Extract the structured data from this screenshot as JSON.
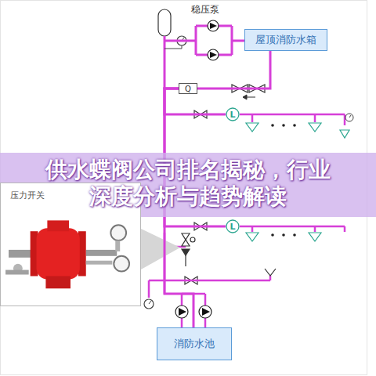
{
  "diagram": {
    "title": "供水蝶阀公司排名揭秘，行业 深度分析与趋势解读",
    "nodes": [
      {
        "text": [
          "屋顶消防水箱"
        ]
      },
      {
        "text": [
          "Q"
        ]
      },
      {
        "text": [
          "L"
        ]
      },
      {
        "text": [
          "L"
        ]
      },
      {
        "text": [
          "压力开关"
        ]
      },
      {
        "text": [
          "消防水池"
        ]
      }
    ],
    "edges": [
      {
        "from": 0,
        "to": 1,
        "arrow": "none"
      },
      {
        "from": 1,
        "to": 2,
        "arrow": "none"
      },
      {
        "from": 1,
        "to": 3,
        "arrow": "none"
      },
      {
        "from": 5,
        "to": 1,
        "arrow": "none"
      }
    ],
    "labels": [
      "稳压泵"
    ]
  }
}
